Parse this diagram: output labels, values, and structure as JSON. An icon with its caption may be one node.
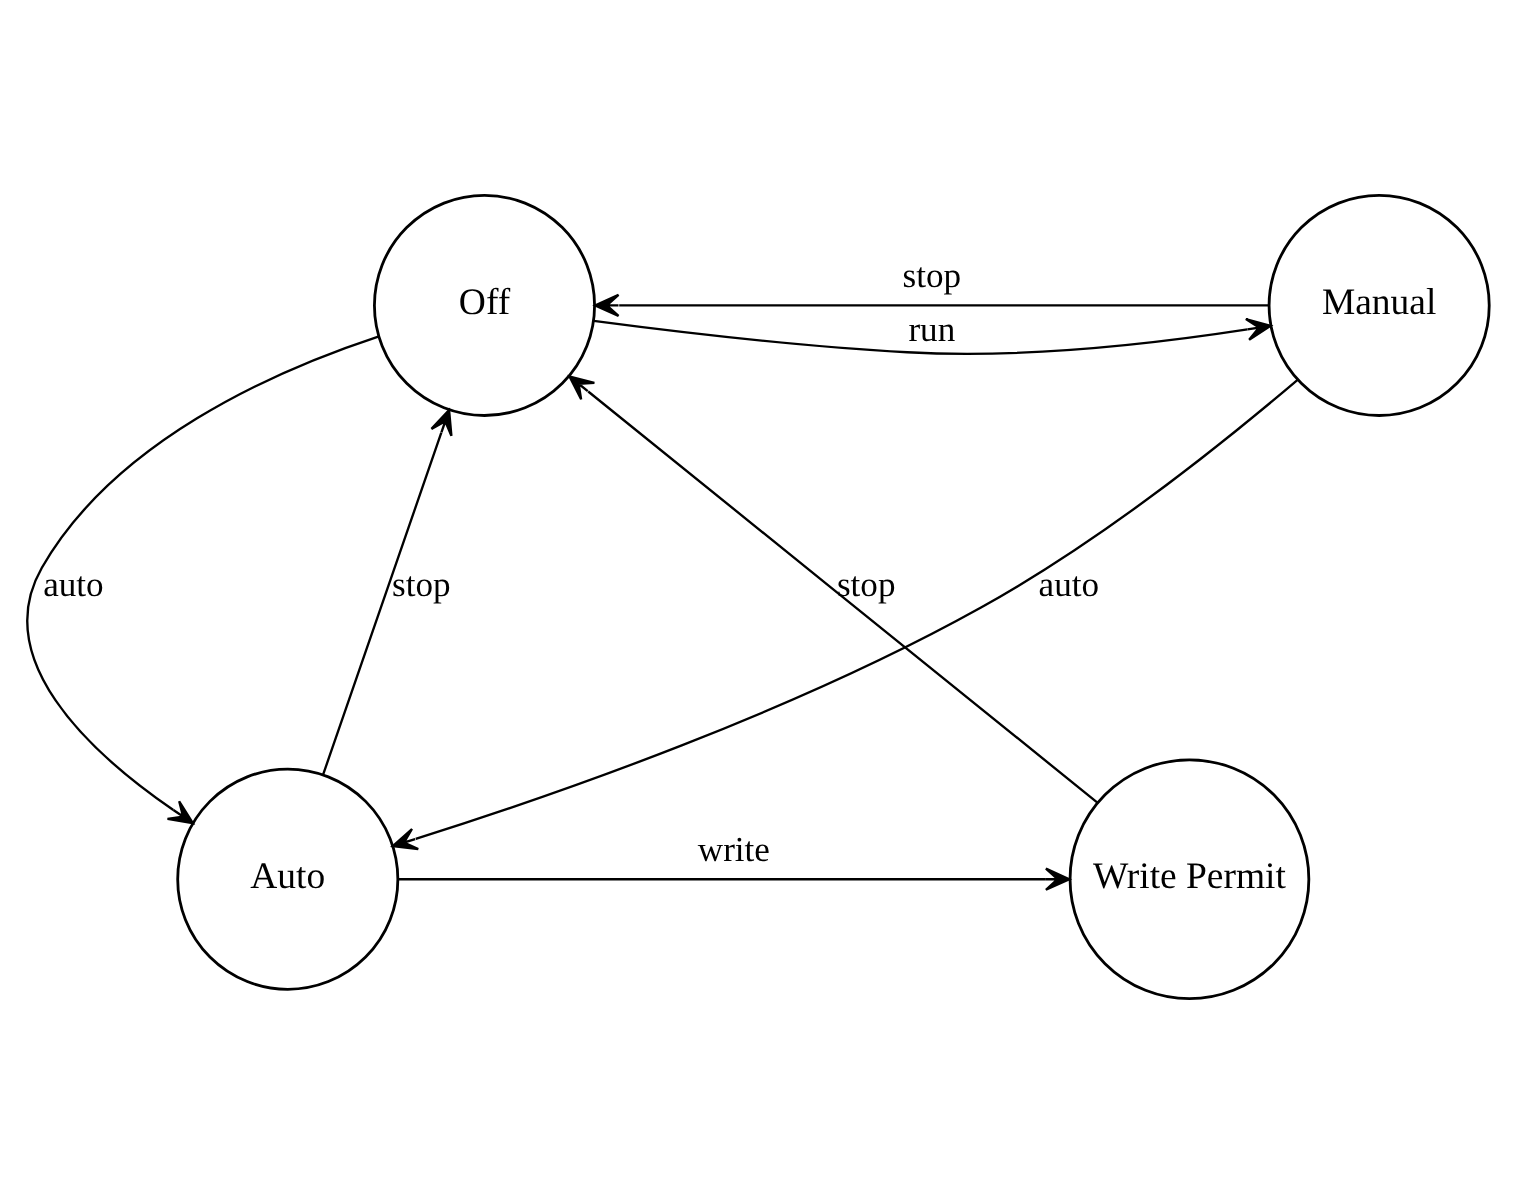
{
  "diagram": {
    "nodes": [
      {
        "text": [
          "Off"
        ]
      },
      {
        "text": [
          "Manual"
        ]
      },
      {
        "text": [
          "Write Permit"
        ]
      },
      {
        "text": [
          "Auto"
        ]
      }
    ],
    "edges": [
      {
        "from": 0,
        "to": 1,
        "arrow": "to",
        "label": "run"
      },
      {
        "from": 1,
        "to": 0,
        "arrow": "to",
        "label": "stop"
      },
      {
        "from": 1,
        "to": 3,
        "arrow": "to",
        "label": "auto"
      },
      {
        "from": 0,
        "to": 3,
        "arrow": "to",
        "label": "auto"
      },
      {
        "from": 3,
        "to": 0,
        "arrow": "to",
        "label": "stop"
      },
      {
        "from": 3,
        "to": 2,
        "arrow": "to",
        "label": "write"
      },
      {
        "from": 2,
        "to": 0,
        "arrow": "to",
        "label": "stop"
      }
    ]
  }
}
